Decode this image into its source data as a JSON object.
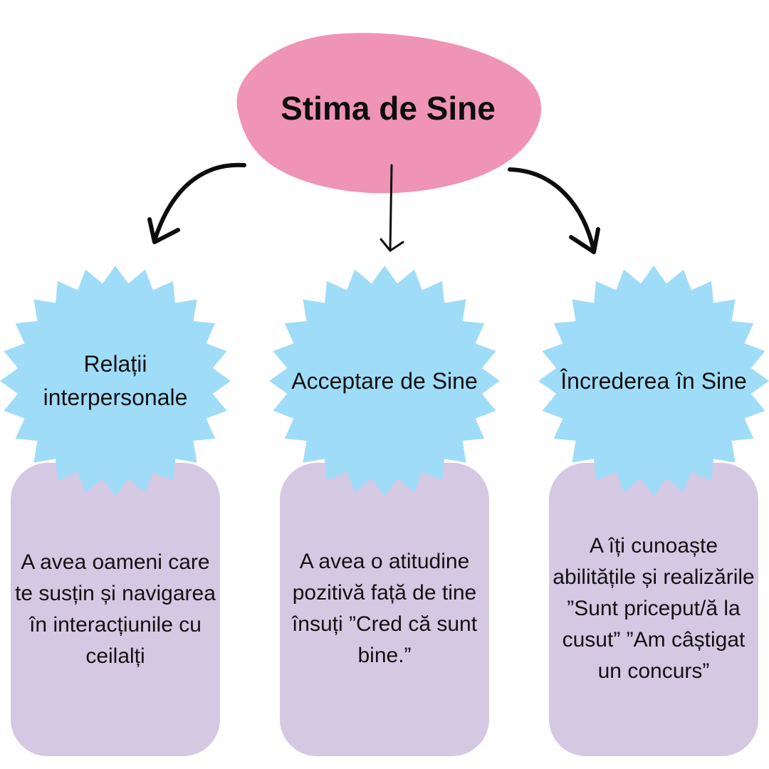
{
  "title": "Stima de Sine",
  "colors": {
    "blob": "#ef94b4",
    "badge": "#9fdcf8",
    "card": "#d5c8e3",
    "arrow": "#0d0d0d"
  },
  "branches": [
    {
      "heading": "Relații interpersonale",
      "description": "A avea oameni care te susțin și navigarea în interacțiunile cu ceilalți"
    },
    {
      "heading": "Acceptare de Sine",
      "description": "A avea o atitudine pozitivă față de tine însuți ”Cred că sunt bine.”"
    },
    {
      "heading": "Încrederea în Sine",
      "description": "A îți cunoaște abilitățile și realizările ”Sunt priceput/ă la cusut” ”Am câștigat un concurs”"
    }
  ]
}
